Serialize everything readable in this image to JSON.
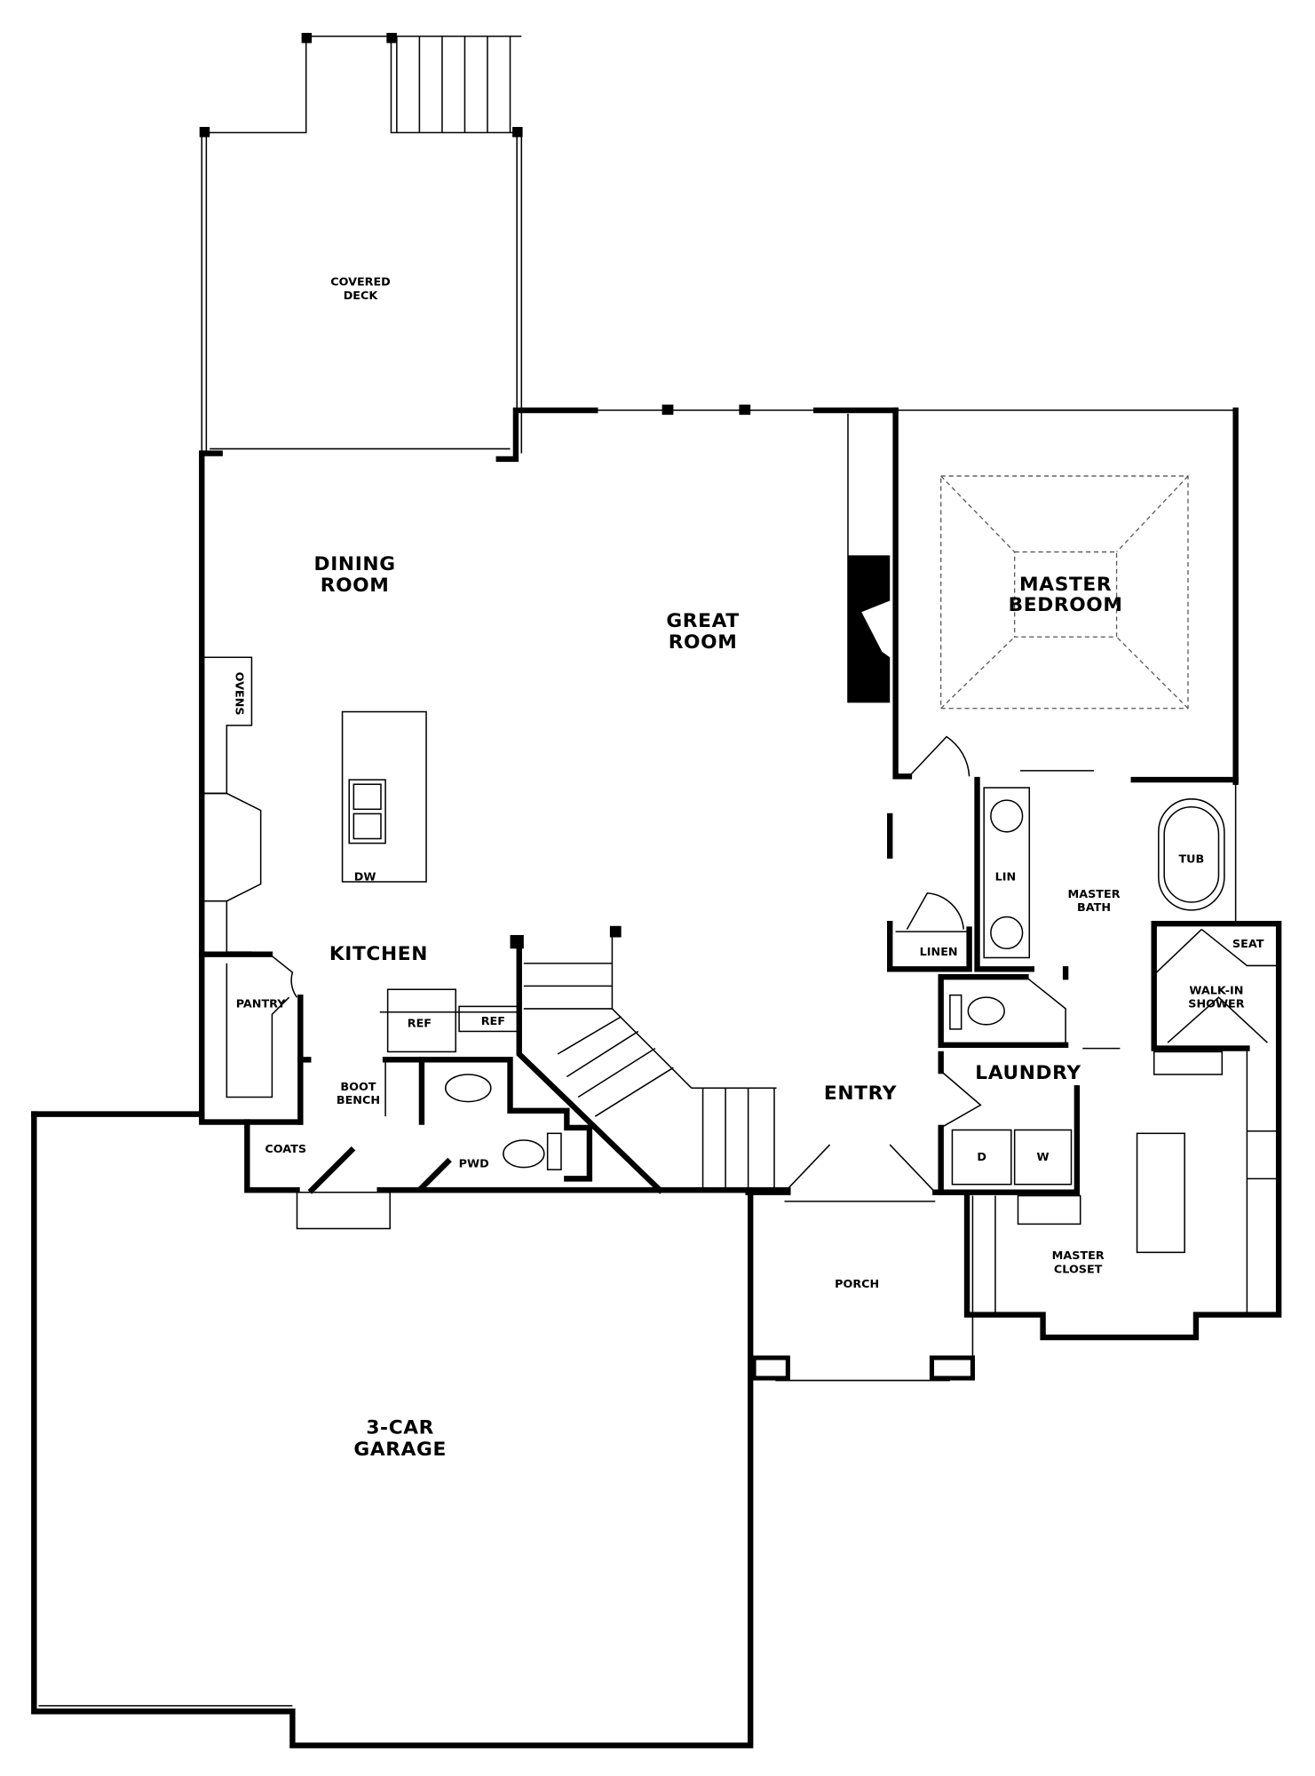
{
  "rooms": {
    "covered_deck": [
      "COVERED",
      "DECK"
    ],
    "dining_room": [
      "DINING",
      "ROOM"
    ],
    "great_room": [
      "GREAT",
      "ROOM"
    ],
    "master_bedroom": [
      "MASTER",
      "BEDROOM"
    ],
    "ovens": "OVENS",
    "dw": "DW",
    "kitchen": "KITCHEN",
    "lin": "LIN",
    "master_bath": [
      "MASTER",
      "BATH"
    ],
    "tub": "TUB",
    "linen": "LINEN",
    "seat": "SEAT",
    "walk_in_shower": [
      "WALK-IN",
      "SHOWER"
    ],
    "pantry": "PANTRY",
    "ref1": "REF",
    "ref2": "REF",
    "boot_bench": [
      "BOOT",
      "BENCH"
    ],
    "entry": "ENTRY",
    "laundry": "LAUNDRY",
    "coats": "COATS",
    "pwd": "PWD",
    "dryer": "D",
    "washer": "W",
    "porch": "PORCH",
    "master_closet": [
      "MASTER",
      "CLOSET"
    ],
    "garage": [
      "3-CAR",
      "GARAGE"
    ]
  }
}
